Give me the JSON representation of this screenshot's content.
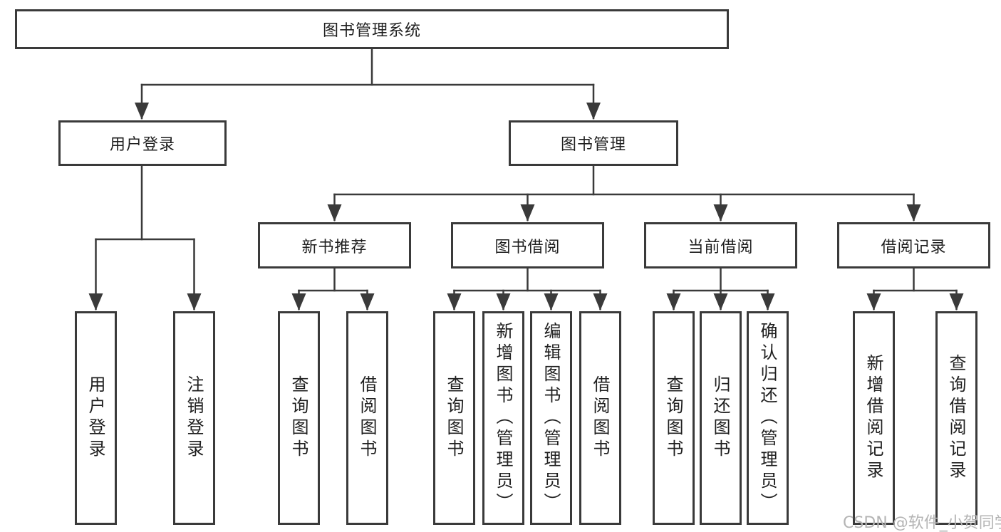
{
  "diagram": {
    "title": "图书管理系统",
    "branches": [
      {
        "label": "用户登录",
        "leaves": [
          "用户登录",
          "注销登录"
        ]
      },
      {
        "label": "图书管理",
        "groups": [
          {
            "label": "新书推荐",
            "leaves": [
              "查询图书",
              "借阅图书"
            ]
          },
          {
            "label": "图书借阅",
            "leaves": [
              "查询图书",
              "新增图书（管理员）",
              "编辑图书（管理员）",
              "借阅图书"
            ]
          },
          {
            "label": "当前借阅",
            "leaves": [
              "查询图书",
              "归还图书",
              "确认归还（管理员）"
            ]
          },
          {
            "label": "借阅记录",
            "leaves": [
              "新增借阅记录",
              "查询借阅记录"
            ]
          }
        ]
      }
    ]
  },
  "watermark": "CSDN @软件_小贺同学",
  "colors": {
    "line": "#3a3a3a",
    "text": "#1f1f1f",
    "watermark": "#b4b4b4",
    "background": "#ffffff"
  }
}
